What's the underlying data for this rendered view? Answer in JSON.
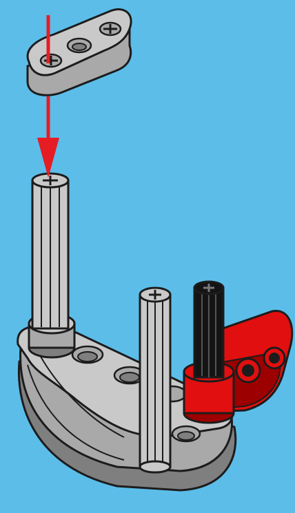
{
  "colors": {
    "background": "#5cbde9",
    "part_light_gray": "#c9c9c9",
    "part_mid_gray": "#a9a9a9",
    "part_dark_gray": "#7f7f7f",
    "outline": "#1c1c1c",
    "axle_black": "#141414",
    "connector_red": "#e10f0f",
    "connector_red_dark": "#9c0000",
    "arrow_red": "#e61c24"
  },
  "parts": [
    {
      "name": "liftarm-1x3-thin",
      "icon": "gray-thin-beam-icon"
    },
    {
      "name": "gray-axle-tall",
      "icon": "gray-axle-icon"
    },
    {
      "name": "gray-axle-short",
      "icon": "gray-axle-icon"
    },
    {
      "name": "black-axle-short",
      "icon": "black-axle-icon"
    },
    {
      "name": "red-axle-pin-connector",
      "icon": "red-connector-icon"
    },
    {
      "name": "curved-base-frame",
      "icon": "gray-curved-beam-icon"
    }
  ],
  "step_arrow": {
    "direction": "down",
    "icon": "red-down-arrow-icon"
  }
}
